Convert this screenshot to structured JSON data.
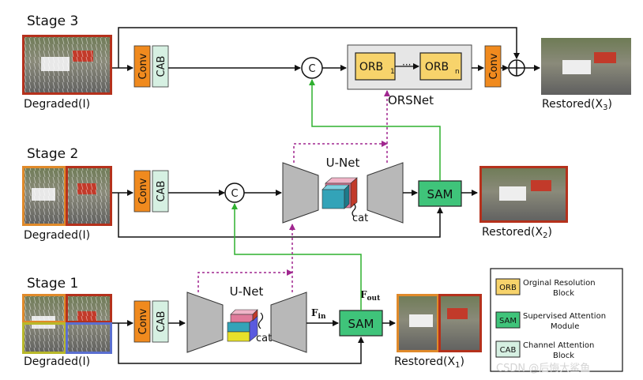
{
  "stage_labels": [
    "Stage 3",
    "Stage 2",
    "Stage 1"
  ],
  "block_labels": {
    "conv": "Conv",
    "cab": "CAB",
    "concat": "C",
    "sam": "SAM",
    "unet": "U-Net",
    "cat": "cat",
    "orsnet": "ORSNet",
    "orb_first": "ORB",
    "orb_first_sub": "1",
    "orb_last": "ORB",
    "orb_last_sub": "n",
    "ellipsis": "···"
  },
  "io_labels": {
    "degraded": "Degraded(I)",
    "restored_3": "Restored(X",
    "restored_3_sub": "3",
    "restored_2": "Restored(X",
    "restored_2_sub": "2",
    "restored_1": "Restored(X",
    "restored_1_sub": "1",
    "paren_close": ")",
    "f_in": "F",
    "f_in_sub": "in",
    "f_out": "F",
    "f_out_sub": "out"
  },
  "legend": {
    "items": [
      {
        "abbr": "ORB",
        "line1": "Orginal Resolution",
        "line2": "Block",
        "color": "#f7d36b"
      },
      {
        "abbr": "SAM",
        "line1": "Supervised Attention",
        "line2": "Module",
        "color": "#3fc47a"
      },
      {
        "abbr": "CAB",
        "line1": "Channel Attention",
        "line2": "Block",
        "color": "#d6f0e2"
      }
    ]
  },
  "watermark": "CSDN @后悔大鲨鱼",
  "colors": {
    "conv": "#f08a1e",
    "cab": "#d6f0e2",
    "sam": "#3fc47a",
    "orb": "#f7d36b",
    "unet": "#b8b8b8",
    "arrow_main": "#111111",
    "arrow_green": "#2fb02f",
    "arrow_dashed": "#a0268f",
    "orsnet_bg": "#e6e6e6",
    "frame_red": "#b5311c",
    "frame_orange": "#e08a2a",
    "frame_yellow": "#b8b82a",
    "frame_blue": "#5a6fd0"
  },
  "icons": [
    "plus-circle-icon",
    "concat-circle-icon"
  ]
}
